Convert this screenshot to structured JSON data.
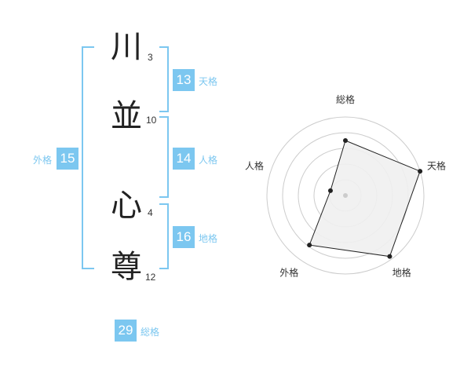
{
  "name_chars": [
    {
      "char": "川",
      "strokes": "3"
    },
    {
      "char": "並",
      "strokes": "10"
    },
    {
      "char": "心",
      "strokes": "4"
    },
    {
      "char": "尊",
      "strokes": "12"
    }
  ],
  "scores": {
    "tenkaku": {
      "value": "13",
      "label": "天格"
    },
    "jinkaku": {
      "value": "14",
      "label": "人格"
    },
    "chikaku": {
      "value": "16",
      "label": "地格"
    },
    "gaikaku": {
      "value": "15",
      "label": "外格"
    },
    "soukaku": {
      "value": "29",
      "label": "総格"
    }
  },
  "colors": {
    "accent": "#7cc7f0",
    "radar_fill": "#f0f0f0",
    "radar_stroke": "#222222",
    "grid": "#cccccc"
  },
  "chart_data": {
    "type": "radar",
    "axes": [
      "総格",
      "天格",
      "地格",
      "外格",
      "人格"
    ],
    "rings": 5,
    "range": [
      0,
      5
    ],
    "values": [
      3.5,
      5,
      4.8,
      3.9,
      1
    ]
  }
}
